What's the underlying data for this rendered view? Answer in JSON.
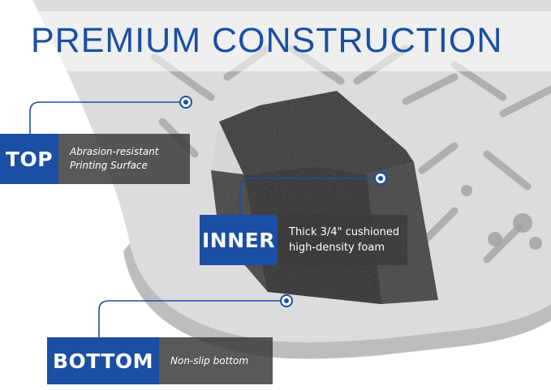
{
  "title": "PREMIUM CONSTRUCTION",
  "colors": {
    "brand_blue": "#1a4fa3",
    "callout_gray": "#3c3c3c",
    "mat_gray": "#d9d9d9",
    "foam_dark": "#2e2e2e"
  },
  "layers": [
    {
      "id": "top",
      "tag": "TOP",
      "lines": [
        "Abrasion-resistant",
        "Printing Surface"
      ]
    },
    {
      "id": "inner",
      "tag": "INNER",
      "lines": [
        "Thick 3/4\" cushioned",
        "high-density foam"
      ]
    },
    {
      "id": "bottom",
      "tag": "BOTTOM",
      "lines": [
        "Non-slip bottom"
      ]
    }
  ],
  "icons": [
    "callout-pointer-icon"
  ]
}
